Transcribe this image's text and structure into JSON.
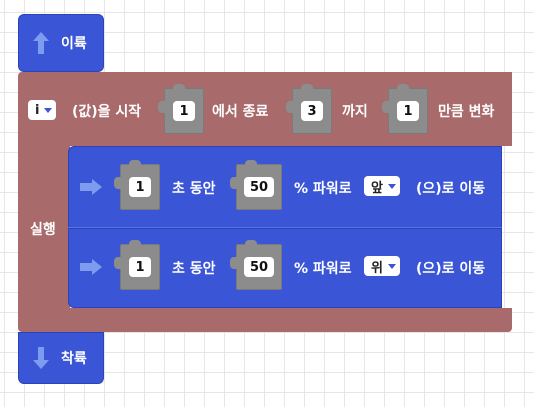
{
  "takeoff": {
    "label": "이륙",
    "icon": "up-arrow-icon"
  },
  "loop": {
    "variable": "i",
    "text_value_start": "(값)을 시작",
    "start_value": "1",
    "text_end": "에서 종료",
    "end_value": "3",
    "text_until": "까지",
    "step_value": "1",
    "text_step": "만큼 변화",
    "do_label": "실행"
  },
  "moves": [
    {
      "seconds": "1",
      "text_seconds": "초 동안",
      "power": "50",
      "text_power": "% 파워로",
      "direction": "앞",
      "text_move": "(으)로 이동",
      "icon": "right-arrow-icon"
    },
    {
      "seconds": "1",
      "text_seconds": "초 동안",
      "power": "50",
      "text_power": "% 파워로",
      "direction": "위",
      "text_move": "(으)로 이동",
      "icon": "right-arrow-icon"
    }
  ],
  "land": {
    "label": "착륙",
    "icon": "down-arrow-icon"
  },
  "colors": {
    "drone_block": "#3a55d6",
    "loop_block": "#a86a6a",
    "value_slot": "#8c8c8c"
  }
}
